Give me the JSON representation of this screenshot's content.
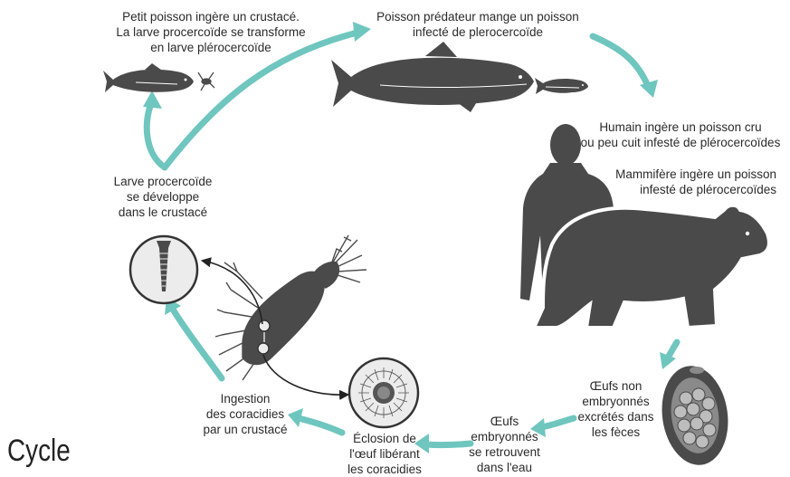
{
  "colors": {
    "arrow": "#6fc6bf",
    "silhouette": "#4a4a4a",
    "circle_fill": "#ececec",
    "circle_stroke": "#333333",
    "black_arrow": "#222222"
  },
  "title": "Cycle",
  "labels": {
    "small_fish": [
      "Petit poisson ingère un crustacé.",
      "La larve procercoïde se transforme",
      "en larve plérocercoïde"
    ],
    "predator_fish": [
      "Poisson prédateur mange un poisson",
      "infecté de plerocercoïde"
    ],
    "human": [
      "Humain ingère un poisson cru",
      "ou peu cuit infesté de plérocercoïdes"
    ],
    "mammal": [
      "Mammifère ingère un poisson",
      "infesté de plérocercoïdes"
    ],
    "larva": [
      "Larve procercoïde",
      "se développe",
      "dans le crustacé"
    ],
    "ingestion": [
      "Ingestion",
      "des coracidies",
      "par un crustacé"
    ],
    "hatching": [
      "Éclosion de",
      "l'œuf libérant",
      "les coracidies"
    ],
    "embryonated": [
      "Œufs",
      "embryonnés",
      "se retrouvent",
      "dans l'eau"
    ],
    "unembryonated": [
      "Œufs non",
      "embryonnés",
      "excrétés dans",
      "les fèces"
    ]
  },
  "icons": {
    "small_fish": "small-fish-icon",
    "predator_fish": "predator-fish-icon",
    "tiny_fish": "tiny-fish-icon",
    "crustacean": "copepod-icon",
    "human": "human-silhouette-icon",
    "bear": "bear-silhouette-icon",
    "egg_unembryonated": "egg-unembryonated-icon",
    "egg_hatching": "egg-hatching-icon",
    "procercoid": "procercoid-larva-icon"
  }
}
